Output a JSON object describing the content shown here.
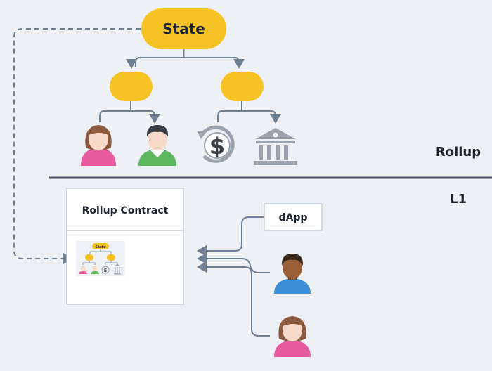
{
  "diagram": {
    "state_label": "State",
    "section_rollup": "Rollup",
    "section_l1": "L1",
    "contract_title": "Rollup Contract",
    "contract_thumb_state": "State",
    "dapp_label": "dApp",
    "icons": [
      "user-female-icon",
      "user-male-icon",
      "dollar-refresh-icon",
      "bank-icon",
      "user-male-dark-icon",
      "user-female-icon"
    ],
    "colors": {
      "background": "#edf0f4",
      "node_yellow": "#f7c324",
      "connector": "#6e7f92",
      "divider": "#4a5462",
      "text": "#1f2530"
    }
  }
}
